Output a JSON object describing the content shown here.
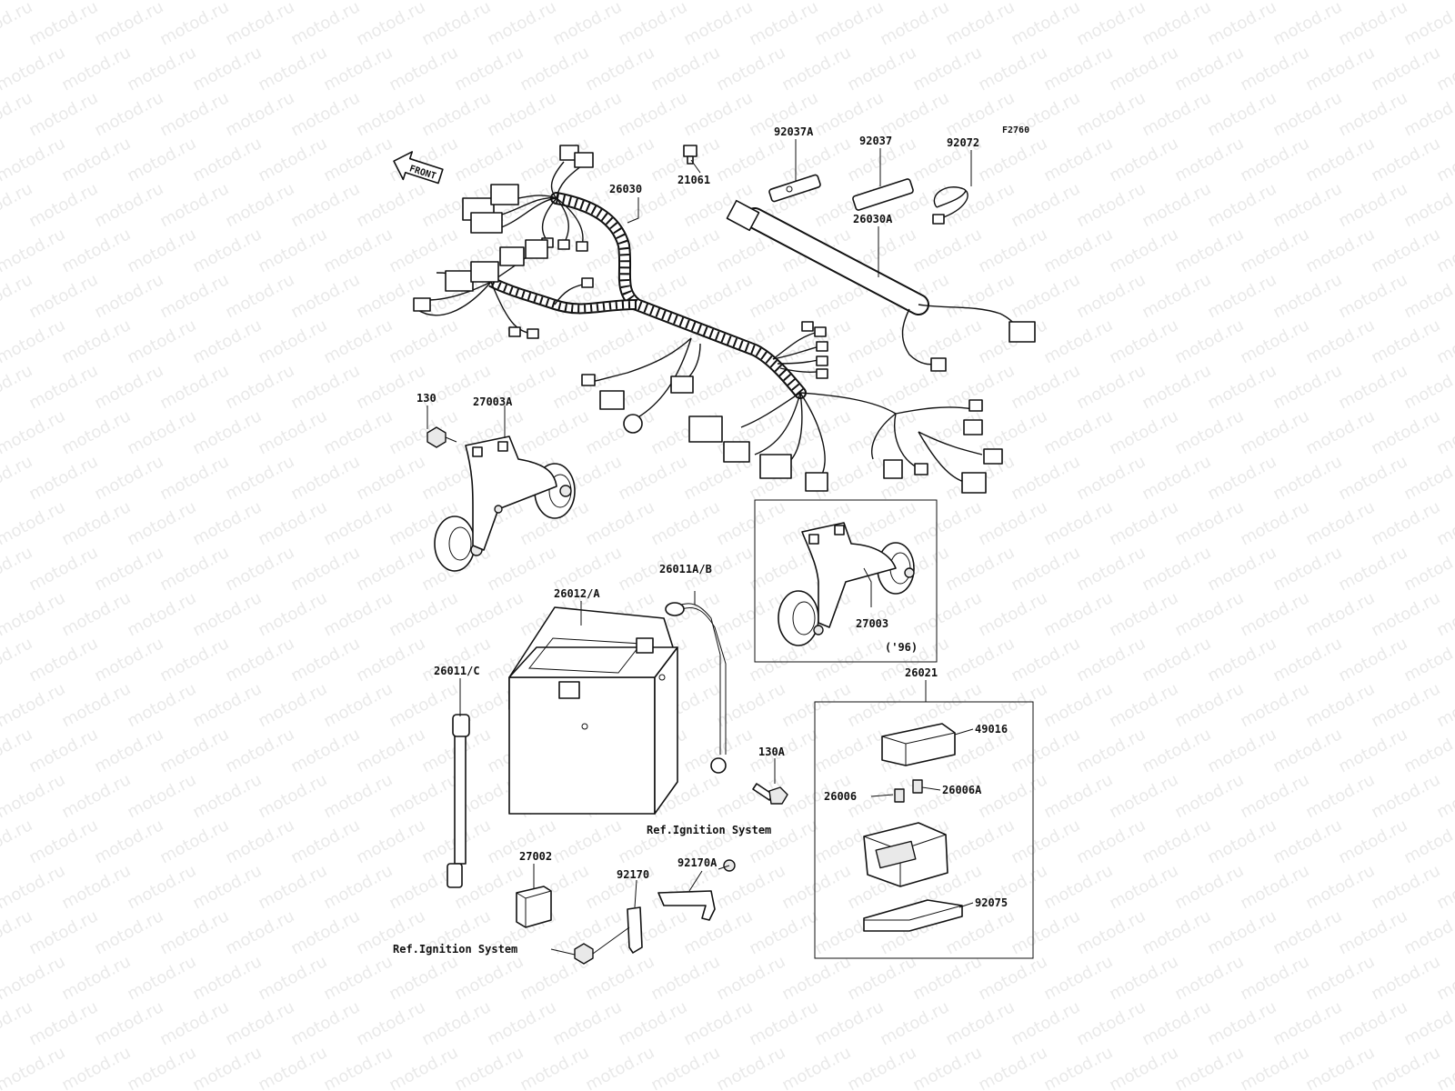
{
  "figure_code": "F2760",
  "direction_marker": "FRONT",
  "watermark": "motod.ru",
  "inset_year": "('96)",
  "ref_note": "Ref.Ignition System",
  "parts": {
    "p26030": "26030",
    "p21061": "21061",
    "p92037A": "92037A",
    "p92037": "92037",
    "p92072": "92072",
    "p26030A": "26030A",
    "p130": "130",
    "p27003A": "27003A",
    "p27003": "27003",
    "p26012A": "26012/A",
    "p26011AB": "26011A/B",
    "p26011C": "26011/C",
    "p130A": "130A",
    "p26021": "26021",
    "p49016": "49016",
    "p26006": "26006",
    "p26006A": "26006A",
    "p92075": "92075",
    "p27002": "27002",
    "p92170A": "92170A",
    "p92170": "92170"
  }
}
